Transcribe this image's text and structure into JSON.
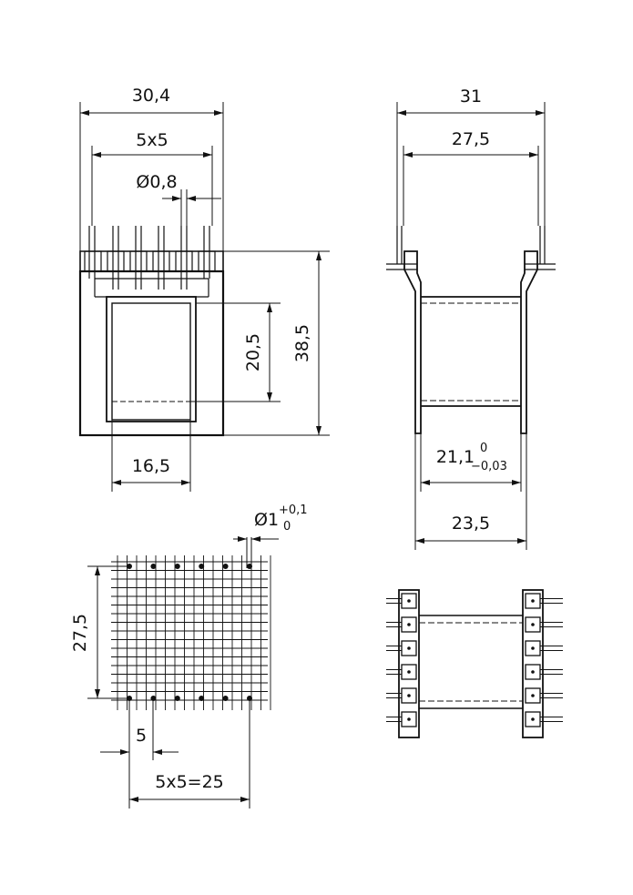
{
  "colors": {
    "ink": "#111111",
    "background": "#ffffff"
  },
  "front_view": {
    "overall_width": "30,4",
    "pin_span": "5x5",
    "pin_diameter": "Ø0,8",
    "window_height": "20,5",
    "overall_height": "38,5",
    "window_width": "16,5"
  },
  "side_view": {
    "overall_width": "31",
    "pin_row_distance": "27,5",
    "core_width": "21,1",
    "core_tol_upper": "0",
    "core_tol_lower": "−0,03",
    "flange_width": "23,5"
  },
  "pcb_layout": {
    "hole_diameter": "Ø1",
    "hole_tol_upper": "+0,1",
    "hole_tol_lower": "0",
    "row_distance": "27,5",
    "grid_pitch": "5",
    "pin_span": "5x5=25"
  }
}
